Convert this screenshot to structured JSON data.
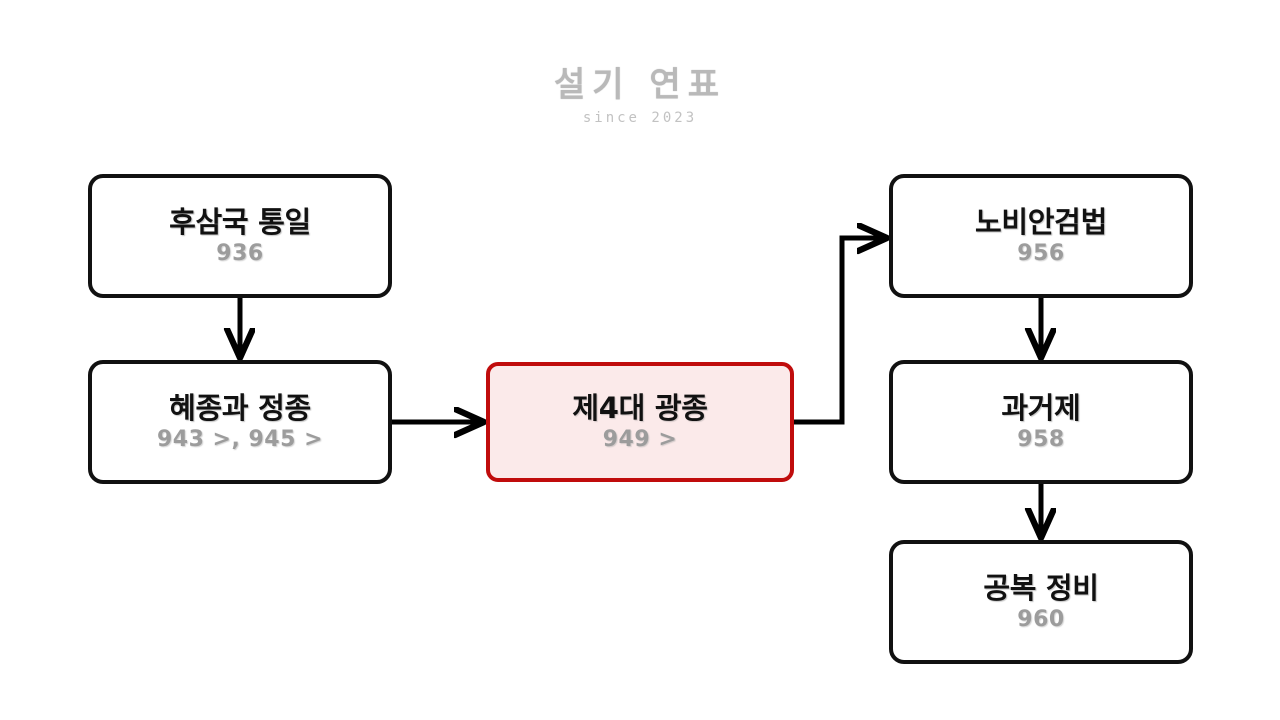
{
  "page": {
    "background_color": "#ffffff"
  },
  "header": {
    "logo_title": "설기 연표",
    "logo_subtitle": "since 2023",
    "logo_color": "#b9b9b9"
  },
  "theme": {
    "node_border_color": "#111111",
    "node_fill_color": "#ffffff",
    "highlight_border_color": "#c00c0c",
    "highlight_fill_color": "#fbeaea",
    "title_text_color": "#111111",
    "year_text_color": "#9c9c9c",
    "connector_color": "#000000"
  },
  "diagram": {
    "type": "flowchart",
    "nodes": [
      {
        "id": "unification",
        "title": "후삼국 통일",
        "year": "936",
        "highlighted": false
      },
      {
        "id": "hyejong",
        "title": "혜종과 정종",
        "year": "943 >, 945 >",
        "highlighted": false
      },
      {
        "id": "gwangjong",
        "title": "제4대 광종",
        "year": "949 >",
        "highlighted": true
      },
      {
        "id": "nobi",
        "title": "노비안검법",
        "year": "956",
        "highlighted": false
      },
      {
        "id": "gwageo",
        "title": "과거제",
        "year": "958",
        "highlighted": false
      },
      {
        "id": "gongbok",
        "title": "공복 정비",
        "year": "960",
        "highlighted": false
      }
    ],
    "edges": [
      {
        "from": "unification",
        "to": "hyejong",
        "style": "vertical-down"
      },
      {
        "from": "hyejong",
        "to": "gwangjong",
        "style": "horizontal-right"
      },
      {
        "from": "gwangjong",
        "to": "nobi",
        "style": "elbow-right-up-right"
      },
      {
        "from": "nobi",
        "to": "gwageo",
        "style": "vertical-down"
      },
      {
        "from": "gwageo",
        "to": "gongbok",
        "style": "vertical-down"
      }
    ]
  }
}
